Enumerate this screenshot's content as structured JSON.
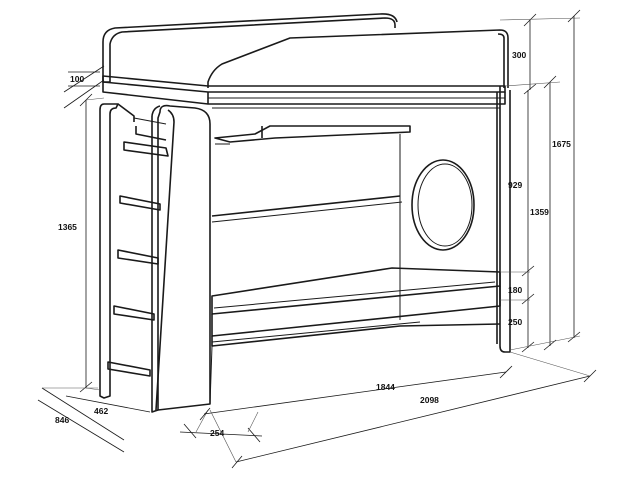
{
  "dimensions": {
    "guard_height": "100",
    "top_rail": "300",
    "total_height": "1675",
    "upper_clearance": "929",
    "frame_height": "1359",
    "ladder_height": "1365",
    "lower_side": "180",
    "lower_base": "250",
    "inner_length": "1844",
    "total_length": "2098",
    "ladder_width": "462",
    "total_depth": "846",
    "side_offset": "254"
  }
}
